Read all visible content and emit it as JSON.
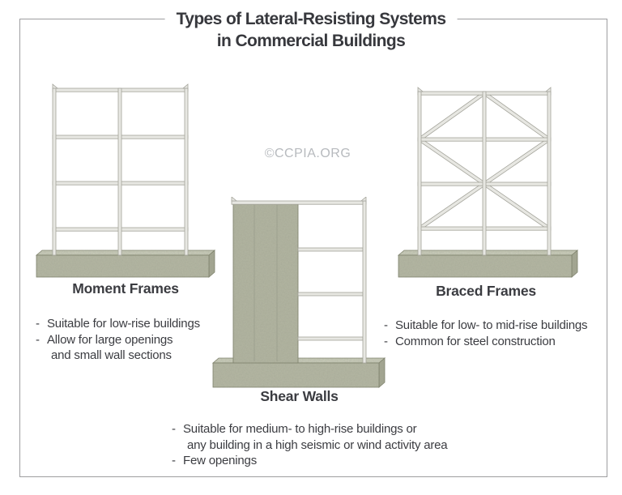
{
  "bullet_dash": "-",
  "header": {
    "title_line1": "Types of Lateral-Resisting Systems",
    "title_line2": "in Commercial Buildings"
  },
  "watermark": "©CCPIA.ORG",
  "systems": {
    "moment_frames": {
      "label": "Moment Frames",
      "bullets": [
        {
          "lines": [
            "Suitable for low-rise buildings"
          ]
        },
        {
          "lines": [
            "Allow for large openings",
            "and small wall sections"
          ]
        }
      ]
    },
    "shear_walls": {
      "label": "Shear Walls",
      "bullets": [
        {
          "lines": [
            "Suitable for medium- to high-rise buildings or",
            "any building in a high seismic or wind activity area"
          ]
        },
        {
          "lines": [
            "Few openings"
          ]
        }
      ]
    },
    "braced_frames": {
      "label": "Braced Frames",
      "bullets": [
        {
          "lines": [
            "Suitable for low- to mid-rise buildings"
          ]
        },
        {
          "lines": [
            "Common for steel construction"
          ]
        }
      ]
    }
  },
  "colors": {
    "text": "#3b3c41",
    "title": "#37383d",
    "border": "#9e9ea0",
    "watermark": "#b7babe",
    "steel_fill": "#e7e7e2",
    "steel_edge": "#a3a39a",
    "concrete_front": "#b4b7a3",
    "concrete_top": "#c9ccba",
    "concrete_side": "#a4a792",
    "concrete_edge": "#767a62",
    "wall_fill": "#b2b5a1"
  }
}
